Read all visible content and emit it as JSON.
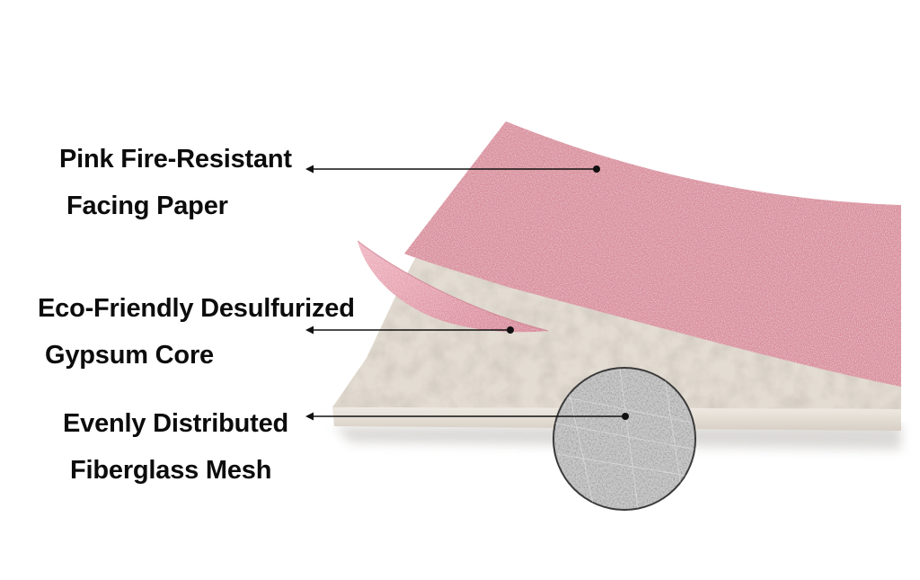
{
  "layers": [
    {
      "id": "facing-paper",
      "label_lines": [
        "Pink Fire-Resistant",
        "Facing Paper"
      ],
      "color": "#d98d9b"
    },
    {
      "id": "gypsum-core",
      "label_lines": [
        "Eco-Friendly Desulfurized",
        "Gypsum Core"
      ],
      "color": "#e3dcd2"
    },
    {
      "id": "fiberglass-mesh",
      "label_lines": [
        "Evenly Distributed",
        "Fiberglass Mesh"
      ],
      "color": "#c9c9c9"
    }
  ],
  "colors": {
    "text": "#0c0c0c",
    "leader_line": "#111111",
    "background": "#ffffff"
  }
}
